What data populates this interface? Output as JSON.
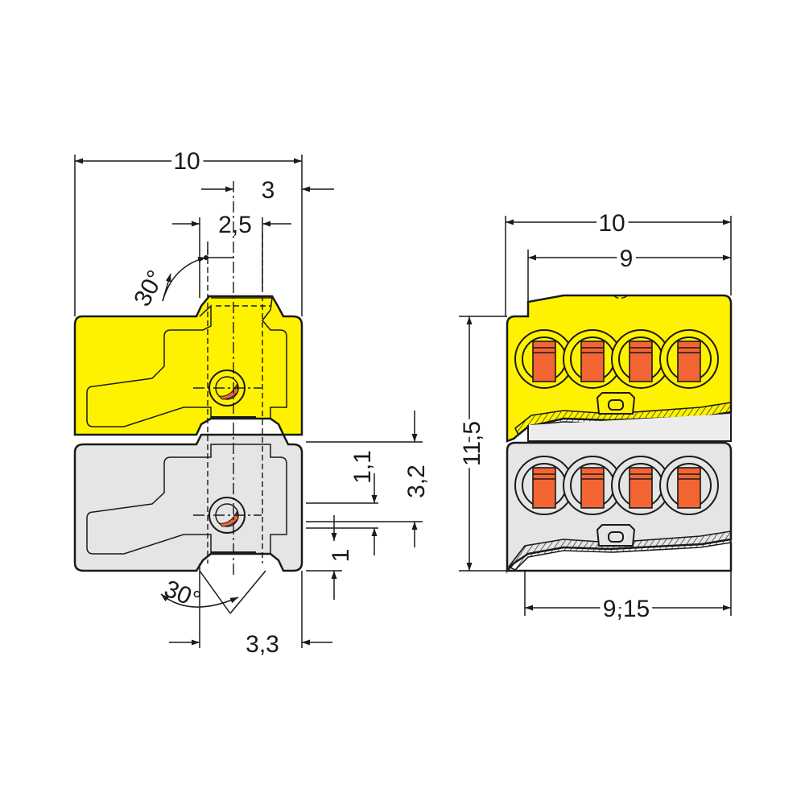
{
  "colors": {
    "yellow": "#fff200",
    "grey": "#e5e5e5",
    "window": "#dedede",
    "orange": "#f26533",
    "ink": "#1a1a1a"
  },
  "left_view": {
    "dim_width": "10",
    "dim_3": "3",
    "dim_2_5": "2,5",
    "angle_top": "30°",
    "angle_bottom": "30°",
    "dim_1_1": "1,1",
    "dim_3_2": "3,2",
    "dim_1": "1",
    "dim_3_3": "3,3"
  },
  "right_view": {
    "dim_width": "10",
    "dim_9": "9",
    "dim_height": "11,5",
    "dim_9_15": "9,15"
  }
}
